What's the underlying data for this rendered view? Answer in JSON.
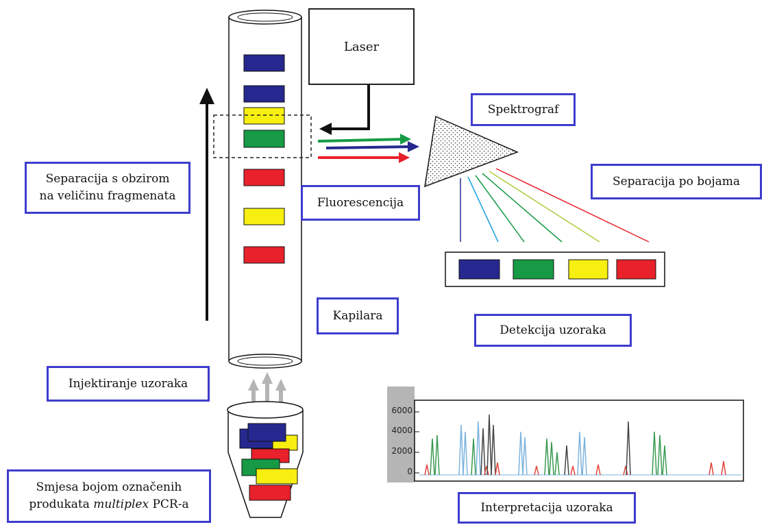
{
  "labels": {
    "laser": "Laser",
    "spektrograf": "Spektrograf",
    "fluorescencija": "Fluorescencija",
    "separacija_po_bojama": "Separacija po bojama",
    "separacija_velicina_line1": "Separacija s obzirom",
    "separacija_velicina_line2": "na veličinu fragmenata",
    "kapilara": "Kapilara",
    "detekcija": "Detekcija uzoraka",
    "injektiranje": "Injektiranje uzoraka",
    "smjesa_line1": "Smjesa bojom označenih",
    "smjesa_line2_prefix": "produkata ",
    "smjesa_line2_italic": "multiplex",
    "smjesa_line2_suffix": " PCR-a",
    "interpretacija": "Interpretacija uzoraka"
  },
  "electropherogram": {
    "y_ticks": [
      "6000",
      "4000",
      "2000",
      "0"
    ]
  },
  "colors": {
    "blue_dye": "#26288f",
    "green_dye": "#169a45",
    "yellow_dye": "#f6ef10",
    "red_dye": "#e8212b",
    "label_border": "#3c3ccd",
    "trace_black": "#444444",
    "trace_blue": "#7bb3de",
    "trace_green": "#3a9a50",
    "trace_red": "#e0433a"
  }
}
